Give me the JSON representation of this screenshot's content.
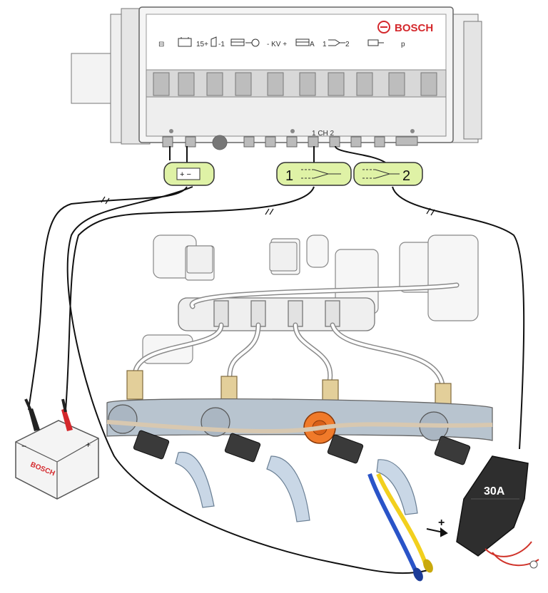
{
  "tester": {
    "brand": "BOSCH",
    "panel_labels": {
      "l0": "⊟",
      "l1": "15+",
      "l2": "-1",
      "l3": "- KV +",
      "l4": "A",
      "l5": "1",
      "l6": "2",
      "l7": "p"
    },
    "channel_label": "1 CH 2"
  },
  "connector_tags": {
    "battery_tag": "+  −",
    "channel1_number": "1",
    "channel2_number": "2"
  },
  "battery": {
    "brand": "BOSCH",
    "minus": "−",
    "plus": "+"
  },
  "clamp": {
    "rating": "30A",
    "direction_symbol": "+"
  },
  "colors": {
    "tag_fill": "#dff2a6",
    "tag_stroke": "#333333",
    "brand_red": "#d4282c",
    "rail_blue": "#b8c4cf",
    "highlight_orange": "#f07a2a",
    "probe_yellow": "#f2d01e",
    "probe_blue": "#2a54c8",
    "clamp_dark": "#2e2e2e"
  }
}
